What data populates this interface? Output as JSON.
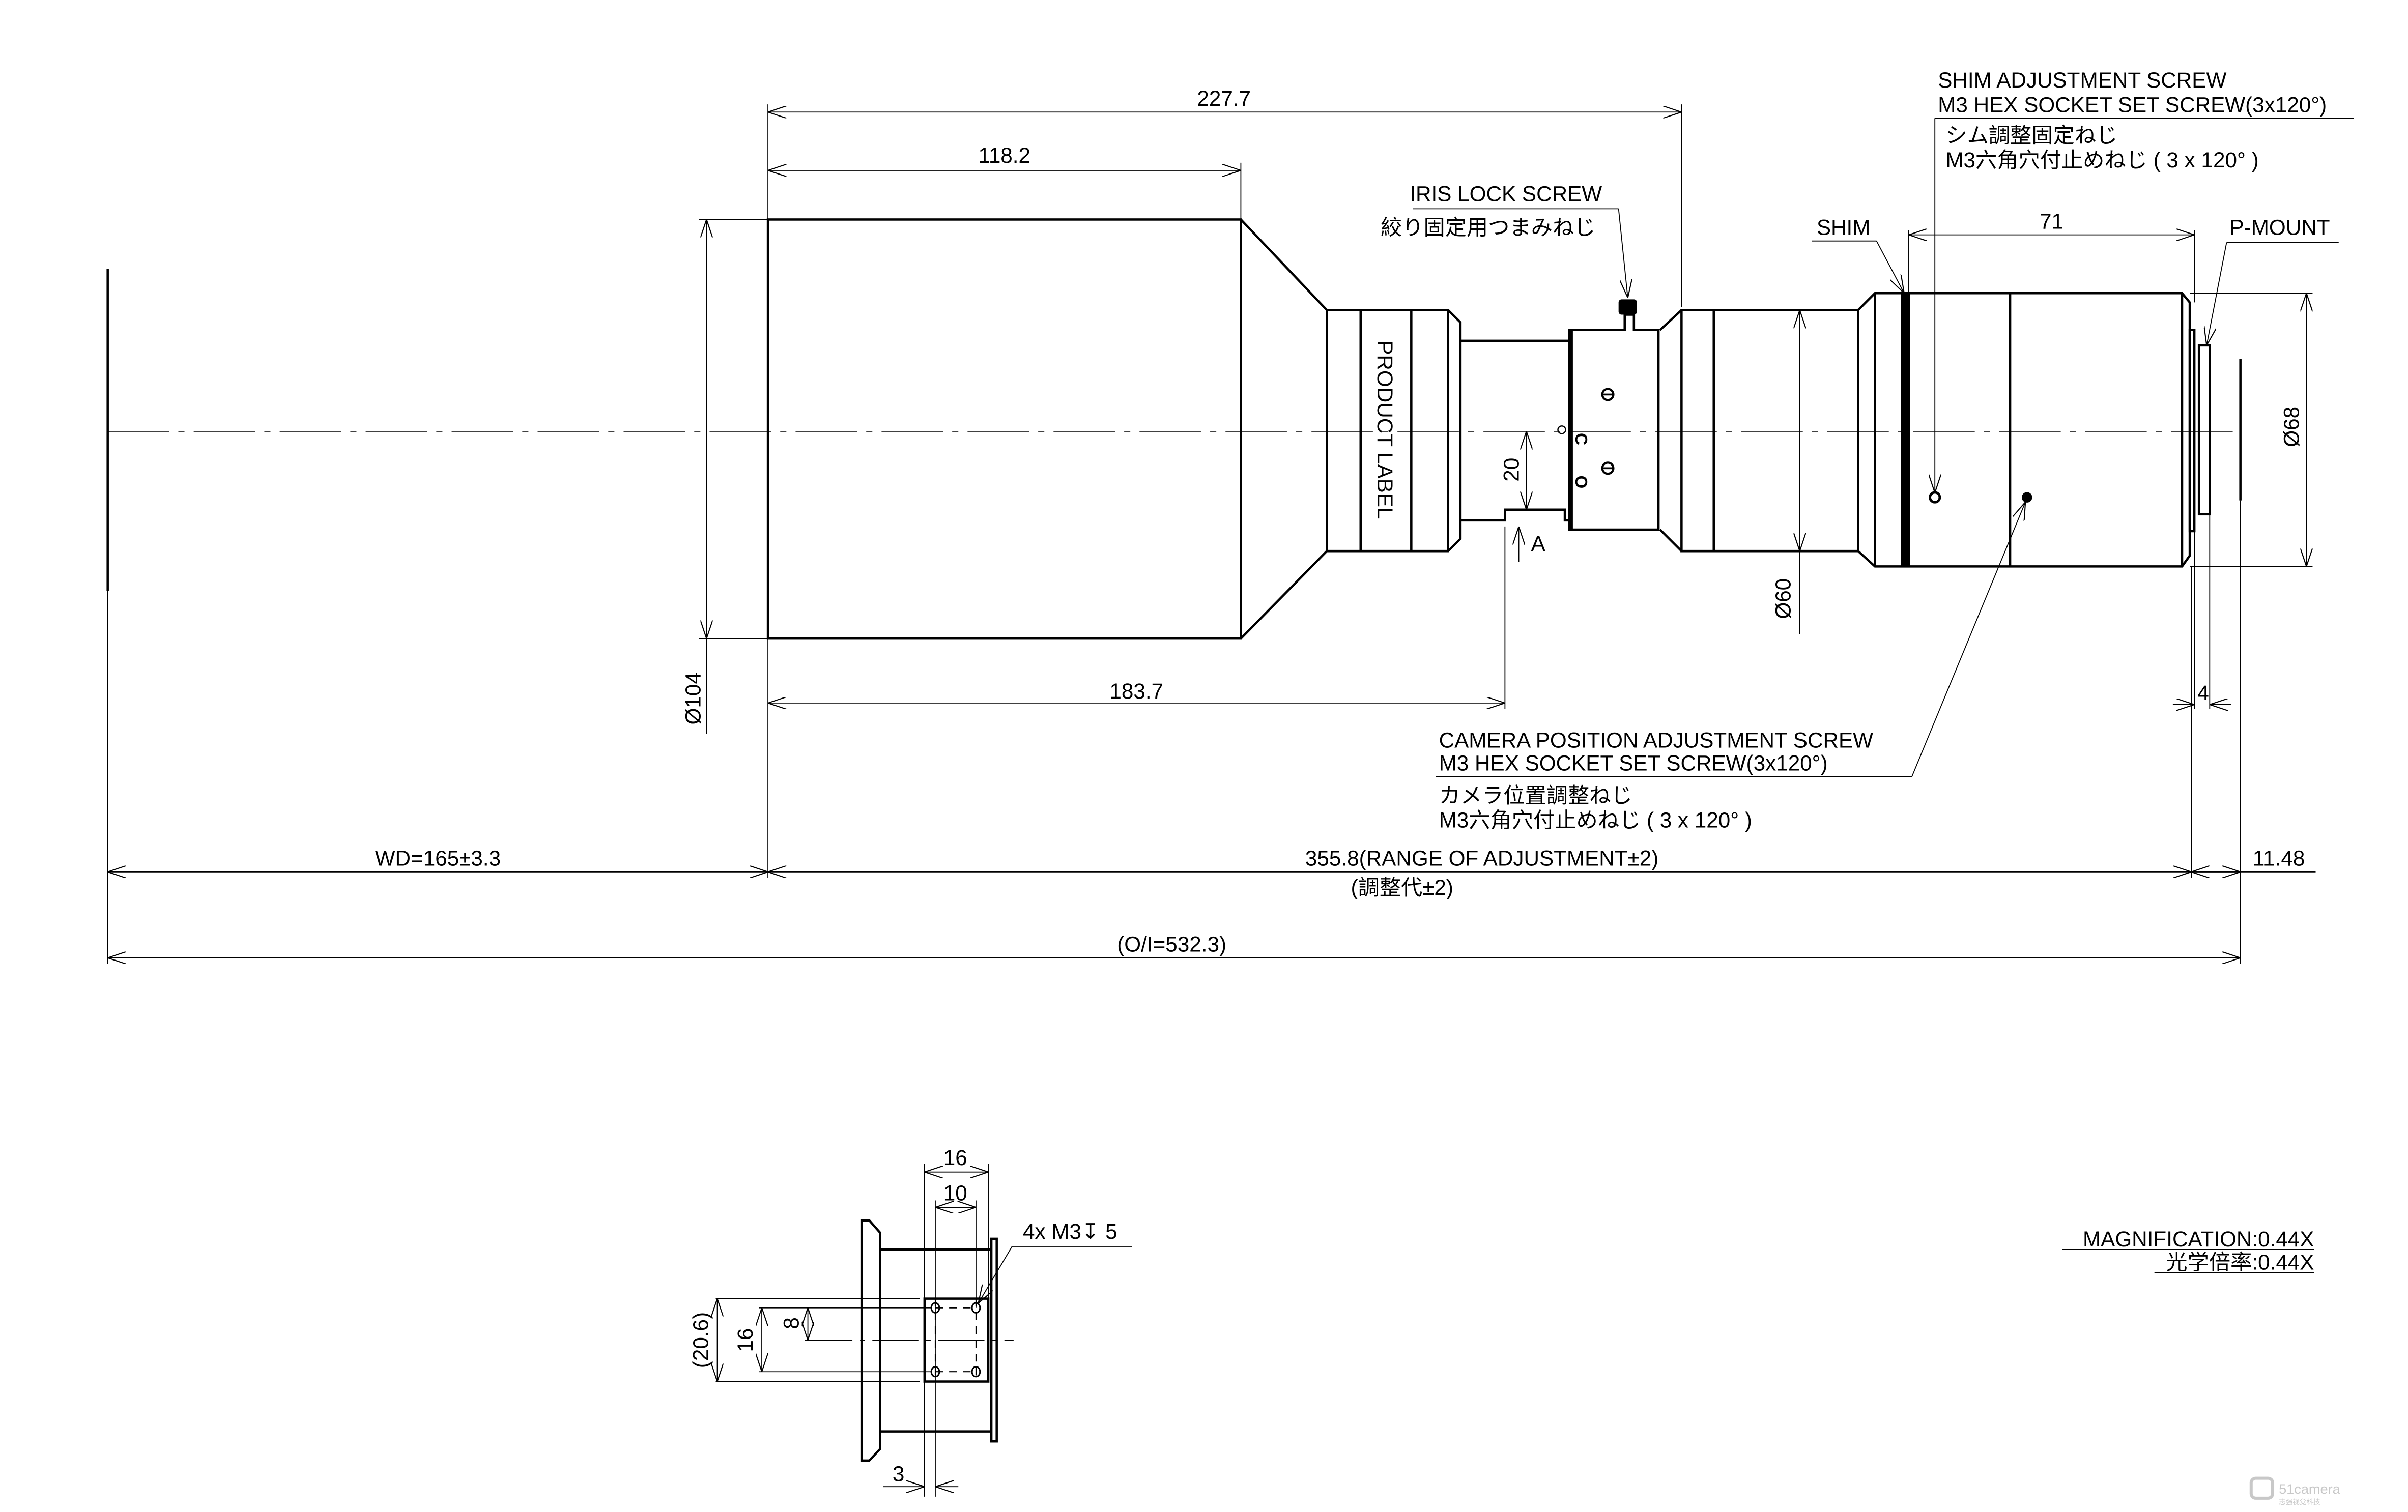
{
  "dimensions": {
    "overall_front": "227.7",
    "front_barrel": "118.2",
    "to_ref_a": "183.7",
    "front_diameter": "Ø104",
    "rear_diameter": "Ø60",
    "mount_diameter": "Ø68",
    "offset_20": "20",
    "shim_to_mount": "71",
    "mount_thickness": "4",
    "wd": "WD=165±3.3",
    "adjust_range": "355.8(RANGE OF ADJUSTMENT±2)",
    "adjust_range_jp": "(調整代±2)",
    "back_focus": "11.48",
    "oi": "(O/I=532.3)"
  },
  "labels": {
    "product_label": "PRODUCT LABEL",
    "ref_a": "A",
    "iris_lock_en": "IRIS LOCK SCREW",
    "iris_lock_jp": "絞り固定用つまみねじ",
    "shim": "SHIM",
    "p_mount": "P-MOUNT",
    "shim_adj_en_1": "SHIM ADJUSTMENT SCREW",
    "shim_adj_en_2": "M3 HEX SOCKET SET SCREW(3x120°)",
    "shim_adj_jp_1": "シム調整固定ねじ",
    "shim_adj_jp_2": "M3六角穴付止めねじ ( 3 x 120° )",
    "cam_pos_en_1": "CAMERA POSITION ADJUSTMENT SCREW",
    "cam_pos_en_2": "M3 HEX SOCKET SET SCREW(3x120°)",
    "cam_pos_jp_1": "カメラ位置調整ねじ",
    "cam_pos_jp_2": "M3六角穴付止めねじ ( 3 x 120° )",
    "iris_c": "C",
    "iris_o": "O"
  },
  "detail_view": {
    "width_16": "16",
    "width_10": "10",
    "height_20_6": "(20.6)",
    "height_16": "16",
    "height_8": "8",
    "offset_3": "3",
    "thread_callout": "4x M3↧ 5"
  },
  "notes": {
    "magnification_en": "MAGNIFICATION:0.44X",
    "magnification_jp": "光学倍率:0.44X"
  },
  "watermark": {
    "brand": "51camera",
    "subtitle": "志强视觉科技"
  }
}
